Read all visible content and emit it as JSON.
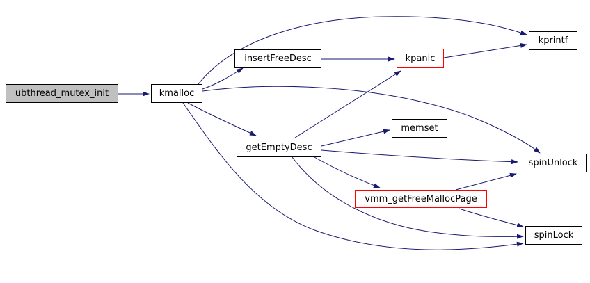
{
  "diagram": {
    "type": "call-graph",
    "colors": {
      "background": "#ffffff",
      "edge": "#191970",
      "node_border": "#000000",
      "truncated_node_border": "#ff0000",
      "root_node_fill": "#c0c0c0",
      "node_fill": "#ffffff",
      "text": "#000000"
    },
    "nodes": [
      {
        "id": "ubthread_mutex_init",
        "label": "ubthread_mutex_init",
        "style": "root"
      },
      {
        "id": "kmalloc",
        "label": "kmalloc",
        "style": "normal"
      },
      {
        "id": "insertFreeDesc",
        "label": "insertFreeDesc",
        "style": "normal"
      },
      {
        "id": "kpanic",
        "label": "kpanic",
        "style": "highlight"
      },
      {
        "id": "kprintf",
        "label": "kprintf",
        "style": "normal"
      },
      {
        "id": "getEmptyDesc",
        "label": "getEmptyDesc",
        "style": "normal"
      },
      {
        "id": "memset",
        "label": "memset",
        "style": "normal"
      },
      {
        "id": "spinUnlock",
        "label": "spinUnlock",
        "style": "normal"
      },
      {
        "id": "vmm_getFreeMallocPage",
        "label": "vmm_getFreeMallocPage",
        "style": "highlight"
      },
      {
        "id": "spinLock",
        "label": "spinLock",
        "style": "normal"
      }
    ],
    "edges": [
      {
        "from": "ubthread_mutex_init",
        "to": "kmalloc"
      },
      {
        "from": "kmalloc",
        "to": "insertFreeDesc"
      },
      {
        "from": "kmalloc",
        "to": "kprintf"
      },
      {
        "from": "kmalloc",
        "to": "getEmptyDesc"
      },
      {
        "from": "kmalloc",
        "to": "spinUnlock"
      },
      {
        "from": "kmalloc",
        "to": "spinLock"
      },
      {
        "from": "insertFreeDesc",
        "to": "kpanic"
      },
      {
        "from": "kpanic",
        "to": "kprintf"
      },
      {
        "from": "getEmptyDesc",
        "to": "kpanic"
      },
      {
        "from": "getEmptyDesc",
        "to": "memset"
      },
      {
        "from": "getEmptyDesc",
        "to": "spinUnlock"
      },
      {
        "from": "getEmptyDesc",
        "to": "vmm_getFreeMallocPage"
      },
      {
        "from": "getEmptyDesc",
        "to": "spinLock"
      },
      {
        "from": "vmm_getFreeMallocPage",
        "to": "spinUnlock"
      },
      {
        "from": "vmm_getFreeMallocPage",
        "to": "spinLock"
      }
    ]
  }
}
